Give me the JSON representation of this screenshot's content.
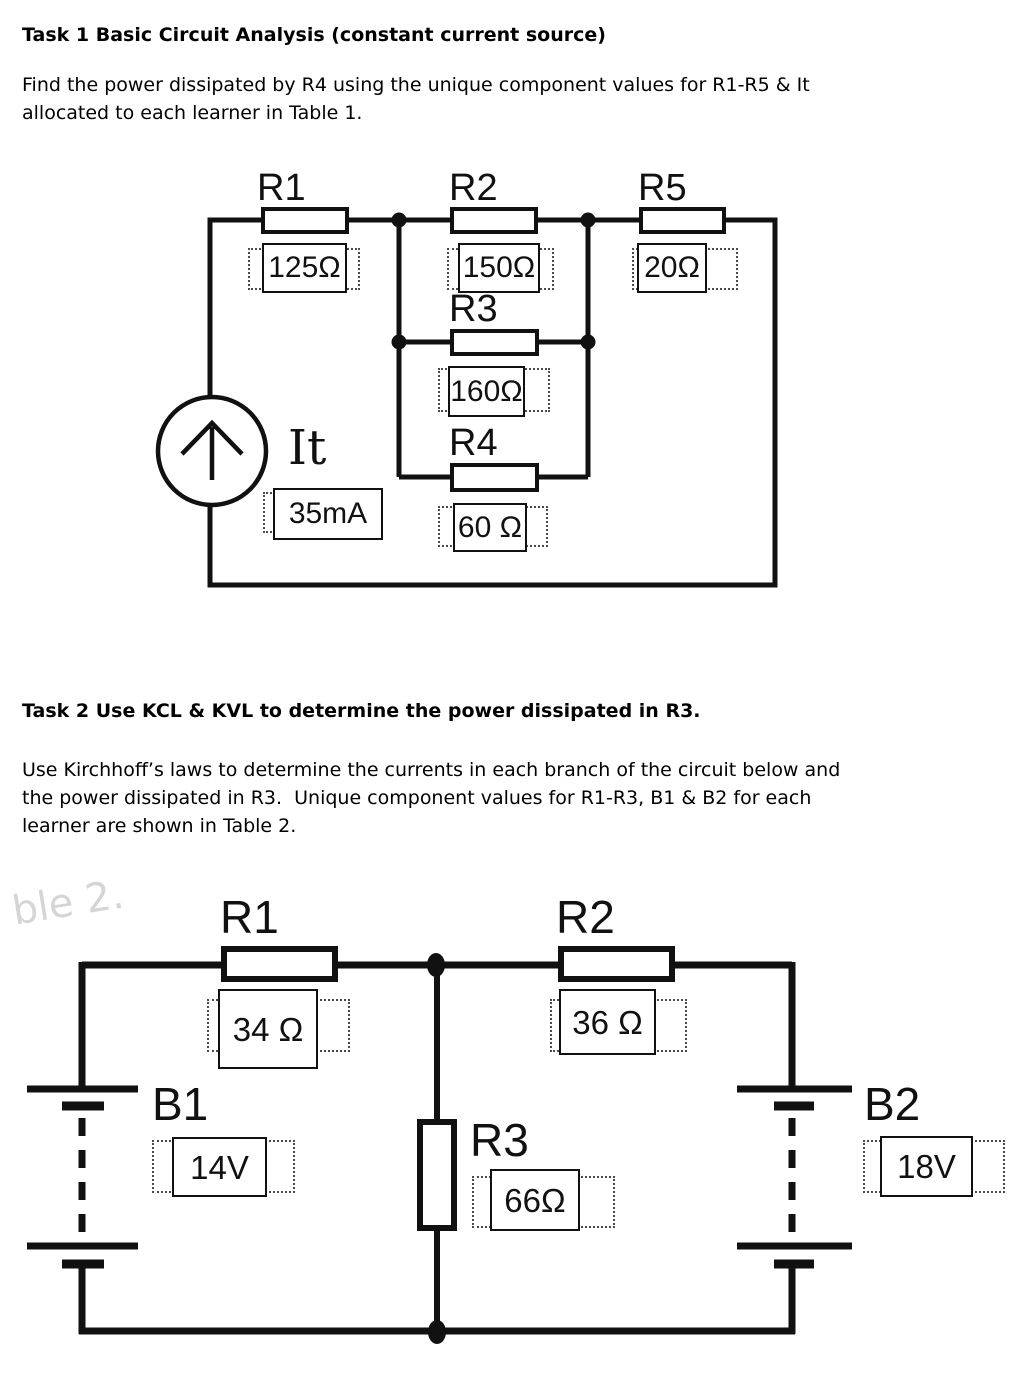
{
  "colors": {
    "ink": "#111111",
    "paper": "#ffffff"
  },
  "watermark": "ble 2.",
  "task1": {
    "title": "Task 1 Basic Circuit Analysis (constant current source)",
    "description_line1": "Find the power dissipated by R4 using the unique component values for R1-R5 & It",
    "description_line2": "allocated to each learner in Table 1.",
    "circuit": {
      "r1": {
        "label": "R1",
        "value": "125Ω"
      },
      "r2": {
        "label": "R2",
        "value": "150Ω"
      },
      "r5": {
        "label": "R5",
        "value": "20Ω"
      },
      "r3": {
        "label": "R3",
        "value": "160Ω"
      },
      "r4": {
        "label": "R4",
        "value": "60 Ω"
      },
      "source": {
        "label": "It",
        "value": "35mA"
      }
    }
  },
  "task2": {
    "title": "Task 2 Use KCL & KVL to determine the power dissipated in R3.",
    "description_line1": "Use Kirchhoff’s laws to determine the currents in each branch of the circuit below and",
    "description_line2": "the power dissipated in R3.  Unique component values for R1-R3, B1 & B2 for each",
    "description_line3": "learner are shown in Table 2.",
    "circuit": {
      "r1": {
        "label": "R1",
        "value": "34 Ω"
      },
      "r2": {
        "label": "R2",
        "value": "36 Ω"
      },
      "r3": {
        "label": "R3",
        "value": "66Ω"
      },
      "b1": {
        "label": "B1",
        "value": "14V"
      },
      "b2": {
        "label": "B2",
        "value": "18V"
      }
    }
  }
}
